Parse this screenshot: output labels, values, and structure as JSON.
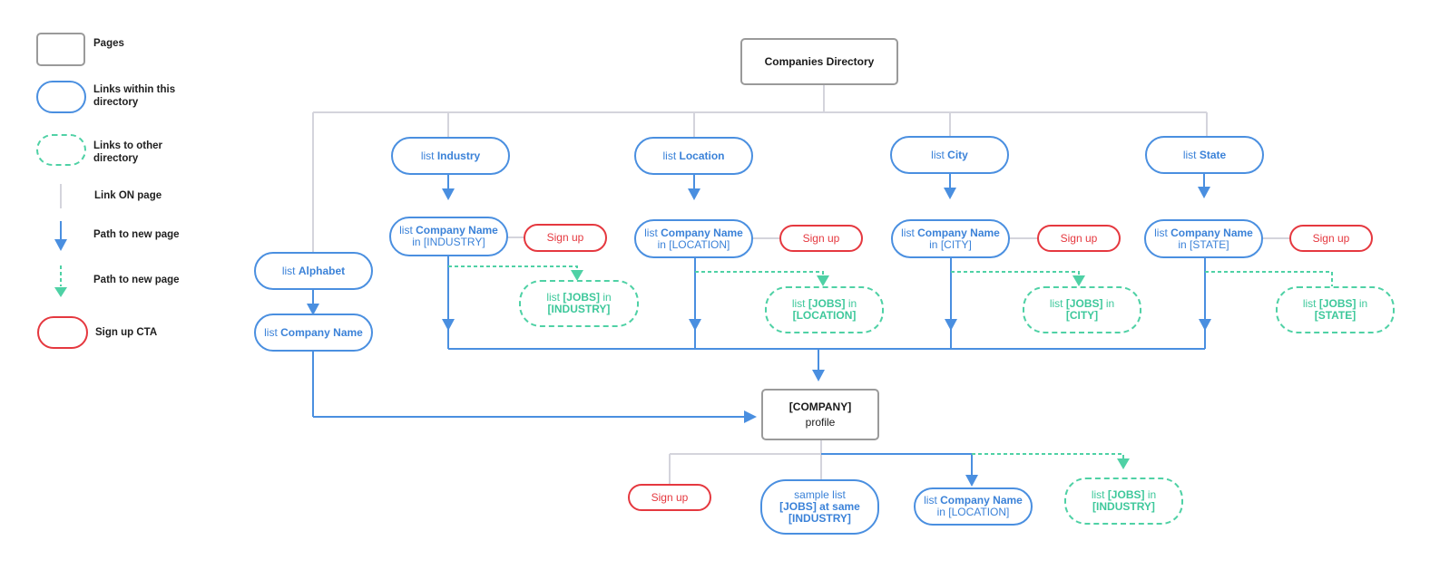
{
  "legend": {
    "pages": "Pages",
    "links_within_1": "Links within this",
    "links_within_2": "directory",
    "links_other_1": "Links to other",
    "links_other_2": "directory",
    "link_on_page": "Link ON page",
    "path_new_page": "Path to new page",
    "path_new_page_dashed": "Path to new page",
    "signup_cta": "Sign up CTA"
  },
  "nodes": {
    "companies_directory": "Companies Directory",
    "list_alphabet_a": "list ",
    "list_alphabet_b": "Alphabet",
    "list_company_name_a": "list ",
    "list_company_name_b": "Company Name",
    "list_industry_a": "list ",
    "list_industry_b": "Industry",
    "list_location_a": "list ",
    "list_location_b": "Location",
    "list_city_a": "list ",
    "list_city_b": "City",
    "list_state_a": "list ",
    "list_state_b": "State",
    "cn_industry_1a": "list ",
    "cn_industry_1b": "Company Name",
    "cn_industry_2": "in [INDUSTRY]",
    "cn_location_1a": "list ",
    "cn_location_1b": "Company Name",
    "cn_location_2": "in [LOCATION]",
    "cn_city_1a": "list ",
    "cn_city_1b": "Company Name",
    "cn_city_2": "in [CITY]",
    "cn_state_1a": "list ",
    "cn_state_1b": "Company Name",
    "cn_state_2": "in [STATE]",
    "sign_up": "Sign up",
    "jobs_industry_1a": "list ",
    "jobs_industry_1b": "[JOBS]",
    "jobs_industry_1c": " in",
    "jobs_industry_2": "[INDUSTRY]",
    "jobs_location_1a": "list ",
    "jobs_location_1b": "[JOBS]",
    "jobs_location_1c": " in",
    "jobs_location_2": "[LOCATION]",
    "jobs_city_1a": "list ",
    "jobs_city_1b": "[JOBS]",
    "jobs_city_1c": " in",
    "jobs_city_2": "[CITY]",
    "jobs_state_1a": "list ",
    "jobs_state_1b": "[JOBS]",
    "jobs_state_1c": " in",
    "jobs_state_2": "[STATE]",
    "company_profile_1": "[COMPANY]",
    "company_profile_2": "profile",
    "sample_list_1": "sample list",
    "sample_list_2": "[JOBS] at same",
    "sample_list_3": "[INDUSTRY]",
    "bottom_cn_1a": "list ",
    "bottom_cn_1b": "Company Name",
    "bottom_cn_2": "in [LOCATION]",
    "bottom_jobs_1a": "list ",
    "bottom_jobs_1b": "[JOBS]",
    "bottom_jobs_1c": " in",
    "bottom_jobs_2": "[INDUSTRY]"
  },
  "colors": {
    "page_border": "#9a9a9a",
    "link_blue": "#4a8fe0",
    "ext_green": "#4fd1a5",
    "cta_red": "#e5383f",
    "connector_gray": "#d4d4dc"
  }
}
